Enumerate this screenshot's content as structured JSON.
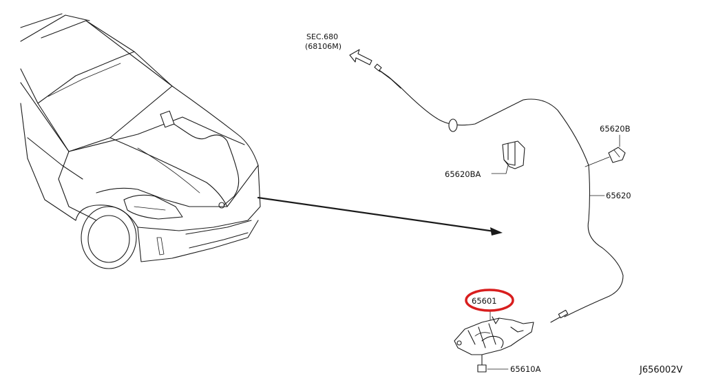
{
  "callouts": {
    "sec_ref": "SEC.680",
    "sec_ref_part": "(68106M)",
    "p65620B": "65620B",
    "p65620BA": "65620BA",
    "p65620": "65620",
    "p65601": "65601",
    "p65610A": "65610A"
  },
  "diagram_code": "J656002V",
  "colors": {
    "line": "#1a1a1a",
    "highlight": "#d81e1e",
    "background": "#ffffff"
  }
}
